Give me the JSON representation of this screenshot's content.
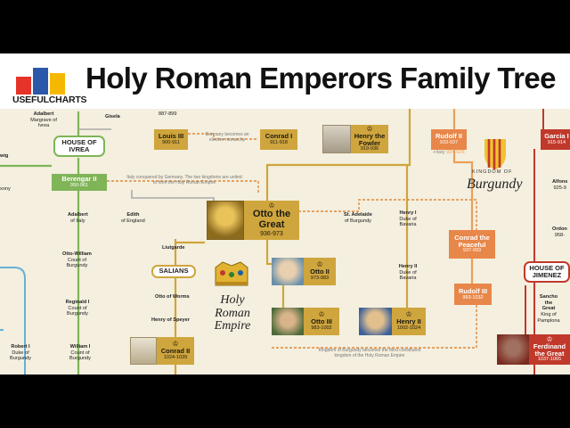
{
  "header": {
    "title": "Holy Roman Emperors Family Tree",
    "logo_text": "USEFULCHARTS",
    "logo_colors": [
      "#e63329",
      "#2b58a8",
      "#f5b800"
    ]
  },
  "colors": {
    "background": "#f4efdf",
    "gold": "#cfa53d",
    "green": "#7fb457",
    "orange": "#e8874a",
    "red": "#c0392b",
    "burgundy_line": "#e9a05a",
    "blue_line": "#66b0d8"
  },
  "houses": {
    "ivrea": "HOUSE OF IVREA",
    "salians": "SALIANS",
    "jimenez": "HOUSE OF JIMENEZ"
  },
  "rulers": {
    "louis3": {
      "name": "Louis III",
      "dates": "900-911"
    },
    "conrad1": {
      "name": "Conrad I",
      "dates": "911-918"
    },
    "henry_fowler": {
      "name": "Henry the Fowler",
      "dates": "919-936"
    },
    "otto_great": {
      "name": "Otto the Great",
      "dates": "936-973"
    },
    "otto2": {
      "name": "Otto II",
      "dates": "973-983"
    },
    "otto3": {
      "name": "Otto III",
      "dates": "983-1002"
    },
    "henry2": {
      "name": "Henry II",
      "dates": "1002-1024"
    },
    "conrad2": {
      "name": "Conrad II",
      "dates": "1024-1039"
    },
    "berengar2": {
      "name": "Berengar II",
      "dates": "950-961"
    },
    "rudolf2": {
      "name": "Rudolf II",
      "dates": "933-937"
    },
    "conrad_peaceful": {
      "name": "Conrad the Peaceful",
      "dates": "937-993"
    },
    "rudolf3": {
      "name": "Rudolf III",
      "dates": "993-1032"
    },
    "garcia": {
      "name": "Garcia I",
      "dates": "915-914"
    },
    "ferdinand": {
      "name": "Ferdinand the Great",
      "dates": "1037-1065"
    }
  },
  "labels": {
    "top_dates": "887-899",
    "adalbert_top": "Adalbert",
    "adalbert_top_sub": "Margrave of Ivrea",
    "gisela": "Gisela",
    "edwig": "wig",
    "saxony": "xony",
    "adalbert_italy": "Adalbert",
    "adalbert_italy_sub": "of Italy",
    "edith": "Edith",
    "edith_sub": "of England",
    "otto_william": "Otto-William",
    "otto_william_sub": "Count of Burgundy",
    "reginald": "Reginald I",
    "reginald_sub": "Count of Burgundy",
    "william": "William I",
    "william_sub": "Count of Burgundy",
    "robert": "Robert I",
    "robert_sub": "Duke of Burgundy",
    "liutgarde": "Liutgarde",
    "otto_worms": "Otto of Worms",
    "henry_speyer": "Henry of Speyer",
    "st_adelaide": "St. Adelaide",
    "st_adelaide_sub": "of Burgundy",
    "henry1_bav": "Henry I",
    "henry1_bav_sub": "Duke of Bavaria",
    "henry2_bav": "Henry II",
    "henry2_bav_sub": "Duke of Bavaria",
    "italy_tag": "+Italy",
    "italy_dates": "924-926",
    "sancho": "Sancho the Great",
    "sancho_sub": "King of Pamplona",
    "alfonso": "Alfons",
    "alfonso_dates": "925-9",
    "ordono": "Ordon",
    "ordono_dates": "958-"
  },
  "notes": {
    "elective": "Germany becomes an elective monarchy",
    "italy_conquered": "Italy conquered by Germany. The two kingdoms are united to form the Holy Roman Empire",
    "burgundy_third": "Kingdom of Burgundy becomes the third constituent kingdom of the Holy Roman Empire"
  },
  "emblems": {
    "hre_title": "Holy Roman Empire",
    "burgundy_small": "KINGDOM OF",
    "burgundy_big": "Burgundy"
  }
}
